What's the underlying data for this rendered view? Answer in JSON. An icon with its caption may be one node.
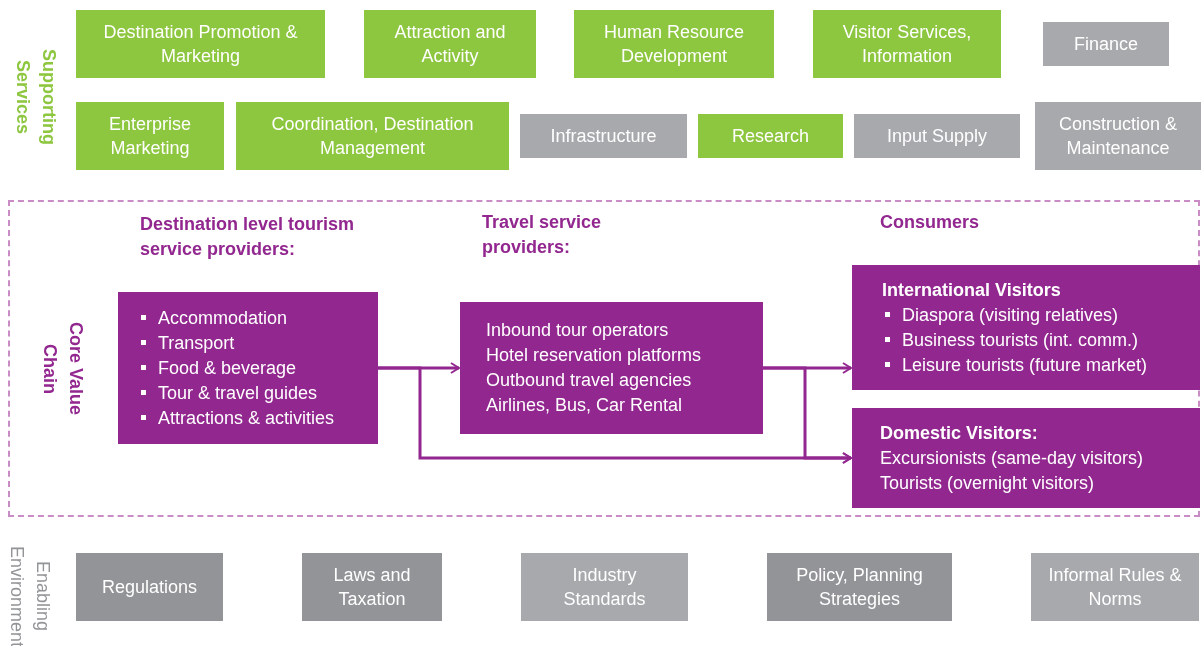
{
  "diagram": {
    "nodes": [
      {
        "text": [
          "Destination Promotion & Marketing"
        ]
      },
      {
        "text": [
          "Attraction and Activity"
        ]
      },
      {
        "text": [
          "Human Resource Development"
        ]
      },
      {
        "text": [
          "Visitor Services, Information"
        ]
      },
      {
        "text": [
          "Finance"
        ]
      },
      {
        "text": [
          "Enterprise Marketing"
        ]
      },
      {
        "text": [
          "Coordination, Destination Management"
        ]
      },
      {
        "text": [
          "Infrastructure"
        ]
      },
      {
        "text": [
          "Research"
        ]
      },
      {
        "text": [
          "Input Supply"
        ]
      },
      {
        "text": [
          "Construction & Maintenance"
        ]
      },
      {
        "text": [
          "Core Value Chain"
        ]
      },
      {
        "text": [
          "Destination level tourism service providers:",
          "Accommodation",
          "Transport",
          "Food & beverage",
          "Tour & travel guides",
          "Attractions & activities"
        ],
        "in": 11
      },
      {
        "text": [
          "Travel service providers:",
          "Inbound tour operators",
          "Hotel reservation platforms",
          "Outbound travel agencies",
          "Airlines, Bus, Car Rental"
        ],
        "in": 11
      },
      {
        "text": [
          "International Visitors",
          "Diaspora (visiting relatives)",
          "Business tourists (int. comm.)",
          "Leisure tourists (future market)"
        ],
        "in": 11
      },
      {
        "text": [
          "Domestic Visitors:",
          "Excursionists (same-day visitors)",
          "Tourists (overnight visitors)"
        ],
        "in": 11
      },
      {
        "text": [
          "Regulations"
        ]
      },
      {
        "text": [
          "Laws and Taxation"
        ]
      },
      {
        "text": [
          "Industry Standards"
        ]
      },
      {
        "text": [
          "Policy, Planning Strategies"
        ]
      },
      {
        "text": [
          "Informal Rules & Norms"
        ]
      }
    ],
    "edges": [
      {
        "from": 12,
        "to": 13,
        "arrow": "to"
      },
      {
        "from": 12,
        "to": 15,
        "arrow": "to"
      },
      {
        "from": 13,
        "to": 14,
        "arrow": "to"
      },
      {
        "from": 13,
        "to": 15,
        "arrow": "to"
      }
    ],
    "labels": [
      "Supporting Services",
      "Consumers",
      "Enabling Environment"
    ]
  }
}
